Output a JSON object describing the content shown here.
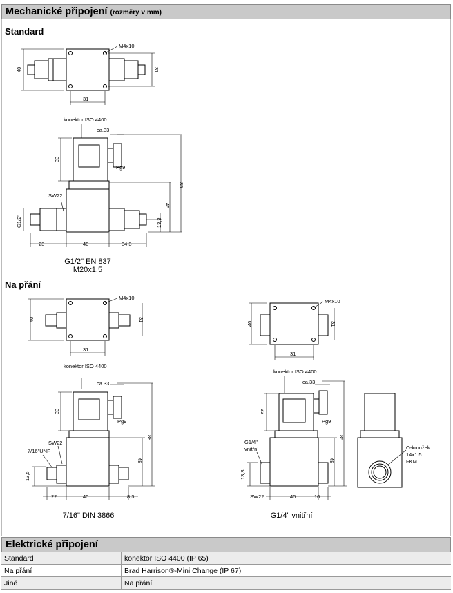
{
  "mechanical": {
    "title": "Mechanické připojení",
    "subtitle": "(rozměry v mm)",
    "standard_heading": "Standard",
    "on_request_heading": "Na přání",
    "captions": {
      "standard_line1": "G1/2\" EN 837",
      "standard_line2": "M20x1,5",
      "din": "7/16\" DIN 3866",
      "internal": "G1/4\" vnitřní"
    },
    "labels": {
      "m4x10": "M4x10",
      "connector": "konektor ISO 4400",
      "approx33": "ca.33",
      "pg9": "Pg9",
      "sw22": "SW22",
      "g12": "G1/2\"",
      "unf": "7/16\"UNF",
      "g14": "G1/4\"",
      "inner": "vnitřní",
      "oring1": "O-kroužek",
      "oring2": "14x1,5",
      "oring3": "FKM"
    },
    "dims": {
      "d40": "40",
      "d31": "31",
      "d33": "33",
      "d85": "85",
      "d88": "88",
      "d45": "45",
      "d48": "48",
      "d13_3": "13,3",
      "d13_5": "13,5",
      "d23": "23",
      "d34_3": "34,3",
      "d22": "22",
      "d8_3": "8,3",
      "d10": "10"
    }
  },
  "electrical": {
    "title": "Elektrické připojení",
    "rows": [
      {
        "label": "Standard",
        "value": "konektor ISO 4400 (IP 65)"
      },
      {
        "label": "Na přání",
        "value": "Brad Harrison®-Mini Change (IP 67)"
      },
      {
        "label": "Jiné",
        "value": "Na přání"
      }
    ]
  }
}
